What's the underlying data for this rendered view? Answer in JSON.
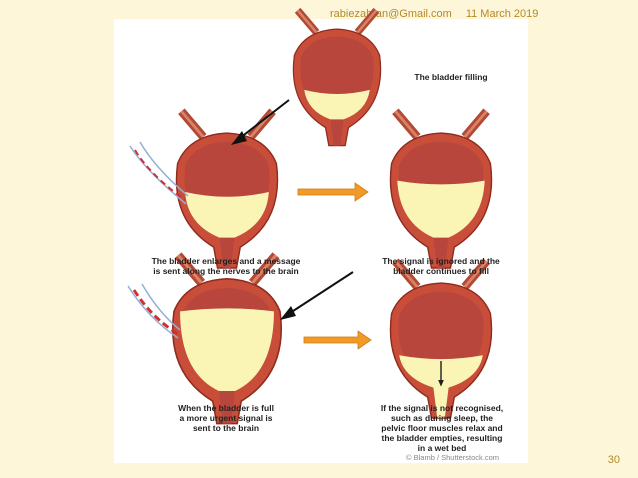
{
  "header": {
    "email": "rabiezahran@Gmail.com",
    "date": "11 March 2019"
  },
  "page_number": "30",
  "captions": {
    "filling": "The bladder filling",
    "enlarges": [
      "The bladder enlarges and a message",
      "is sent along the nerves to the brain"
    ],
    "ignored": [
      "The signal is ignored and the",
      "bladder continues to fill"
    ],
    "full": [
      "When the bladder is full",
      "a more urgent signal is",
      "sent to the brain"
    ],
    "empties": [
      "If the signal is not recognised,",
      "such as during sleep, the",
      "pelvic floor muscles relax and",
      "the bladder empties, resulting",
      "in a wet bed"
    ]
  },
  "credit": "© Blamb / Shutterstock.com",
  "colors": {
    "tissue": "#c0392b",
    "lumen": "#b9463c",
    "urine": "#fbf5b5",
    "orange_arrow": "#f29a28",
    "nerve": "#8fb0d8",
    "signal": "#d32f2f"
  }
}
